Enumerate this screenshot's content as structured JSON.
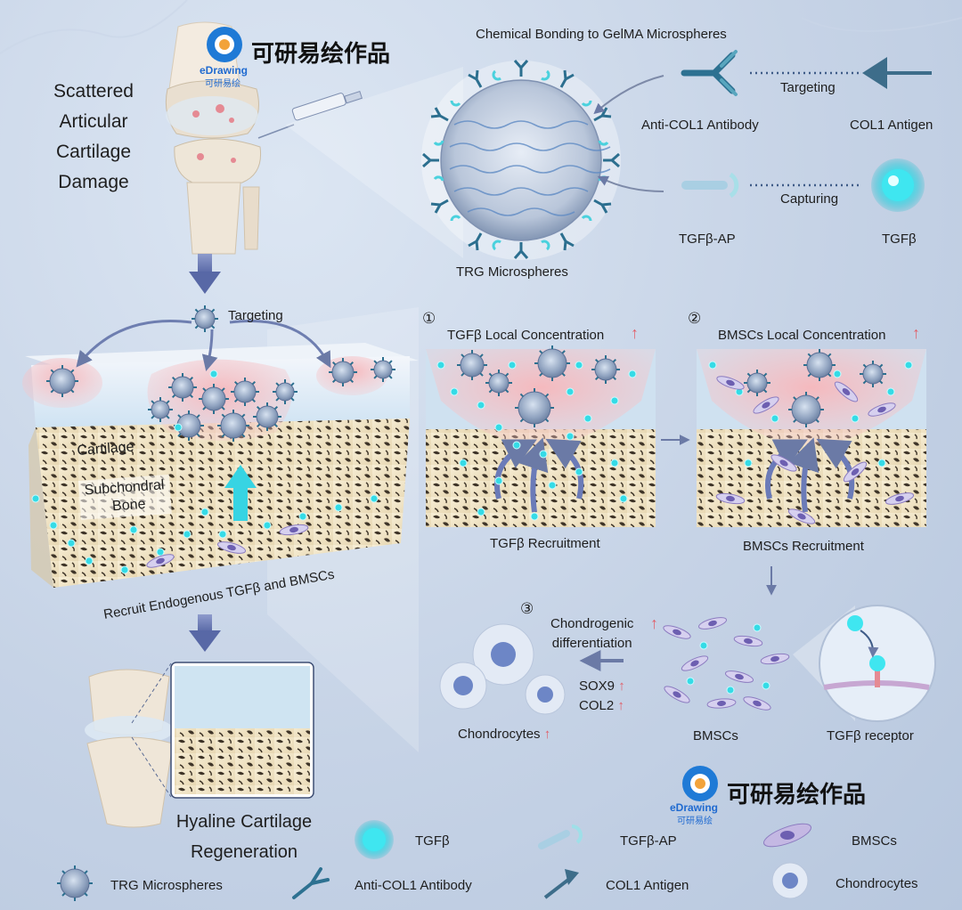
{
  "header": {
    "left_title_lines": [
      "Scattered",
      "Articular",
      "Cartilage",
      "Damage"
    ],
    "watermark_text": "可研易绘作品",
    "logo_brand": "eDrawing",
    "logo_cn": "可研易绘",
    "bonding_title": "Chemical Bonding to GelMA Microspheres",
    "microsphere_label": "TRG Microspheres",
    "targeting_label": "Targeting",
    "capturing_label": "Capturing",
    "antibody_label": "Anti-COL1 Antibody",
    "antigen_label": "COL1 Antigen",
    "ap_label": "TGFβ-AP",
    "tgfb_label": "TGFβ"
  },
  "block": {
    "targeting": "Targeting",
    "cartilage": "Cartilage",
    "subchondral_1": "Subchondral",
    "subchondral_2": "Bone",
    "recruit": "Recruit Endogenous TGFβ and BMSCs"
  },
  "panel": {
    "step1_num": "①",
    "step1_title": "TGFβ Local Concentration",
    "step1_caption": "TGFβ Recruitment",
    "step2_num": "②",
    "step2_title": "BMSCs Local Concentration",
    "step2_caption": "BMSCs Recruitment",
    "step3_num": "③",
    "chondro_1": "Chondrogenic",
    "chondro_2": "differentiation",
    "sox9": "SOX9",
    "col2": "COL2",
    "chondrocytes": "Chondrocytes",
    "bmscs": "BMSCs",
    "receptor": "TGFβ receptor"
  },
  "regeneration": {
    "line1": "Hyaline Cartilage",
    "line2": "Regeneration"
  },
  "legend": {
    "tgfb": "TGFβ",
    "tgfb_ap": "TGFβ-AP",
    "bmscs": "BMSCs",
    "trg": "TRG Microspheres",
    "antibody": "Anti-COL1 Antibody",
    "antigen": "COL1 Antigen",
    "chondrocytes": "Chondrocytes"
  },
  "colors": {
    "cyan": "#22d3e0",
    "arrow_blue": "#6f7fb8",
    "up_red": "#e0606a",
    "inflamed": "#f4a3a8",
    "bone": "#efe3c4"
  }
}
